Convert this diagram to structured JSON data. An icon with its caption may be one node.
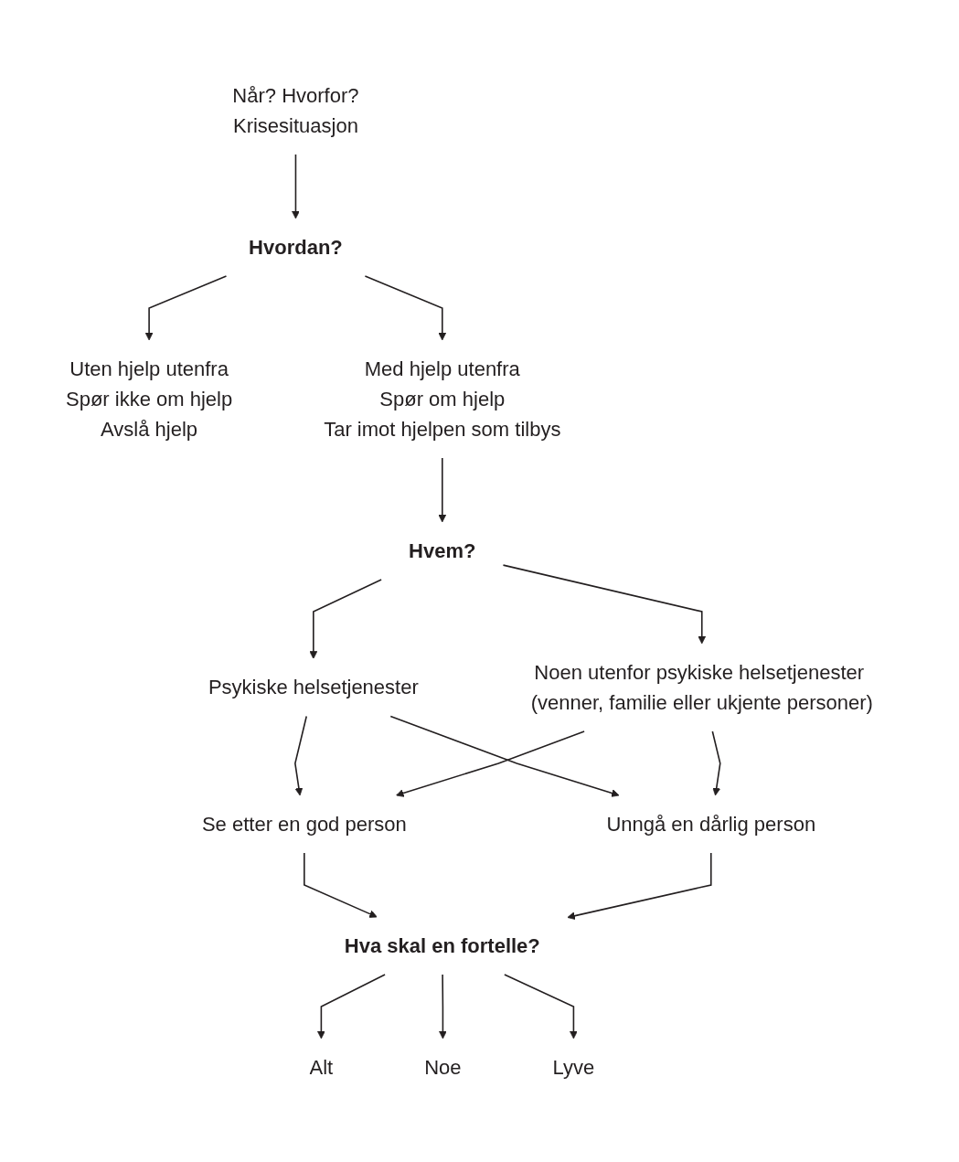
{
  "diagram": {
    "nodes": [
      {
        "text": [
          "Når? Hvorfor?",
          "Krisesituasjon"
        ]
      },
      {
        "text": [
          "Hvordan?"
        ]
      },
      {
        "text": [
          "Uten hjelp utenfra",
          "Spør ikke om hjelp",
          "Avslå hjelp"
        ]
      },
      {
        "text": [
          "Med hjelp utenfra",
          "Spør om hjelp",
          "Tar imot hjelpen som tilbys"
        ]
      },
      {
        "text": [
          "Hvem?"
        ]
      },
      {
        "text": [
          "Psykiske helsetjenester"
        ]
      },
      {
        "text": [
          "Noen utenfor psykiske helsetjenester (venner, familie eller ukjente personer)"
        ]
      },
      {
        "text": [
          "Se etter en god person"
        ]
      },
      {
        "text": [
          "Unngå en dårlig person"
        ]
      },
      {
        "text": [
          "Hva skal en fortelle?"
        ]
      },
      {
        "text": [
          "Alt"
        ]
      },
      {
        "text": [
          "Noe"
        ]
      },
      {
        "text": [
          "Lyve"
        ]
      }
    ],
    "edges": [
      {
        "from": 0,
        "to": 1,
        "arrow": "to"
      },
      {
        "from": 1,
        "to": 2,
        "arrow": "to"
      },
      {
        "from": 1,
        "to": 3,
        "arrow": "to"
      },
      {
        "from": 3,
        "to": 4,
        "arrow": "to"
      },
      {
        "from": 4,
        "to": 5,
        "arrow": "to"
      },
      {
        "from": 4,
        "to": 6,
        "arrow": "to"
      },
      {
        "from": 5,
        "to": 7,
        "arrow": "to"
      },
      {
        "from": 5,
        "to": 8,
        "arrow": "to"
      },
      {
        "from": 6,
        "to": 7,
        "arrow": "to"
      },
      {
        "from": 6,
        "to": 8,
        "arrow": "to"
      },
      {
        "from": 7,
        "to": 9,
        "arrow": "to"
      },
      {
        "from": 8,
        "to": 9,
        "arrow": "to"
      },
      {
        "from": 9,
        "to": 10,
        "arrow": "to"
      },
      {
        "from": 9,
        "to": 11,
        "arrow": "to"
      },
      {
        "from": 9,
        "to": 12,
        "arrow": "to"
      }
    ]
  }
}
